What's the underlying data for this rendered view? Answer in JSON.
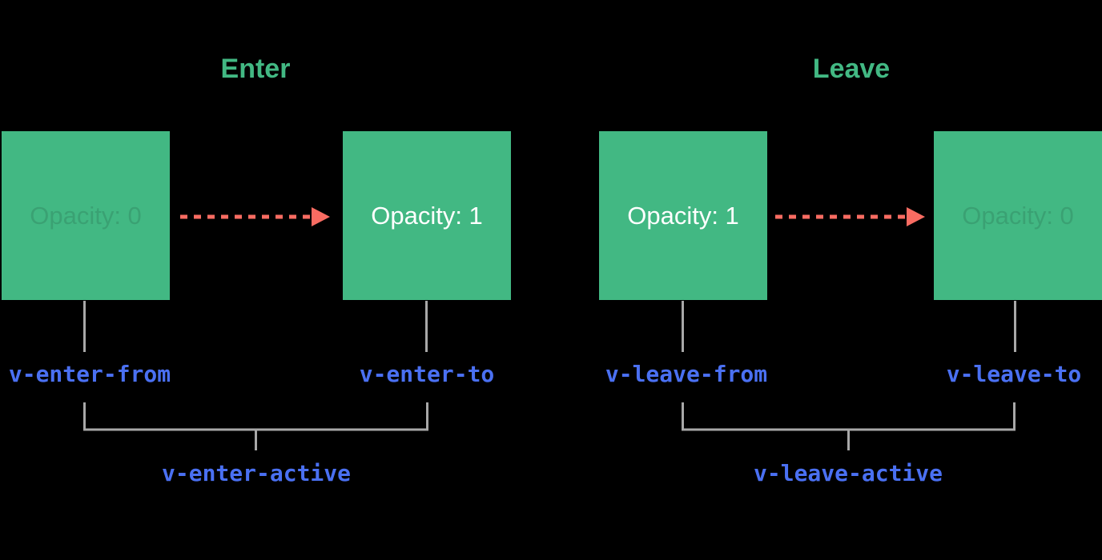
{
  "colors": {
    "green": "#42b883",
    "blue": "#4a70f2",
    "red": "#f96c62",
    "gray": "#a8a8a8",
    "bg": "#000000"
  },
  "sections": [
    {
      "title": "Enter",
      "boxes": [
        {
          "text": "Opacity: 0",
          "state": "muted"
        },
        {
          "text": "Opacity: 1",
          "state": "bright"
        }
      ],
      "labels": {
        "from": "v-enter-from",
        "to": "v-enter-to",
        "active": "v-enter-active"
      }
    },
    {
      "title": "Leave",
      "boxes": [
        {
          "text": "Opacity: 1",
          "state": "bright"
        },
        {
          "text": "Opacity: 0",
          "state": "muted"
        }
      ],
      "labels": {
        "from": "v-leave-from",
        "to": "v-leave-to",
        "active": "v-leave-active"
      }
    }
  ]
}
